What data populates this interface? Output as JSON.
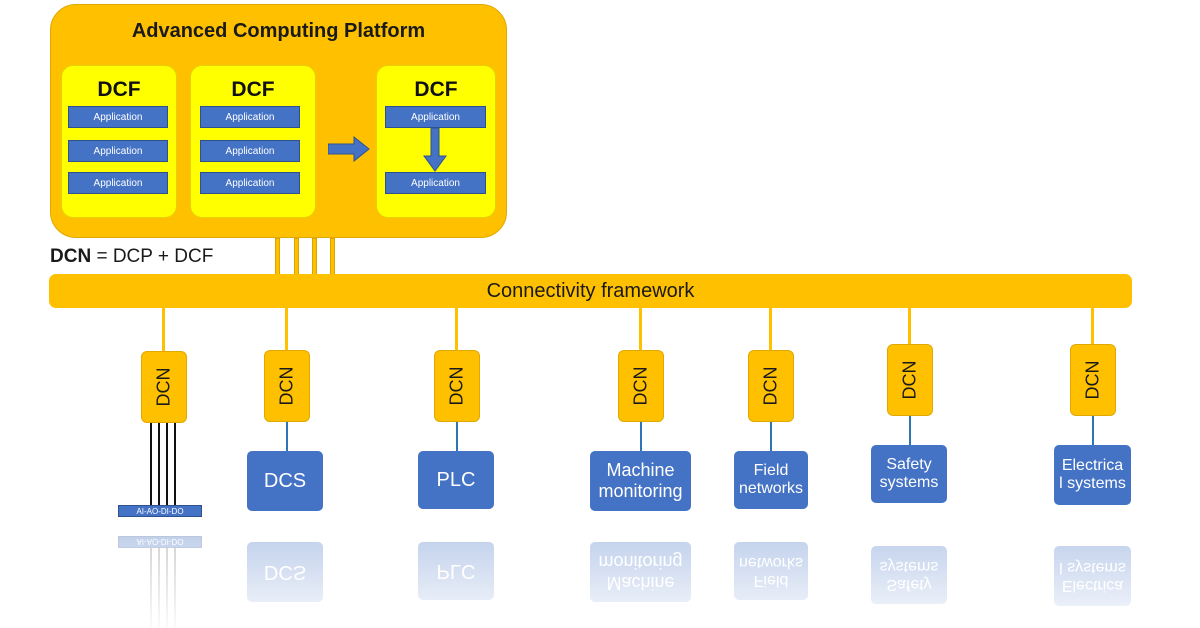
{
  "platform": {
    "title": "Advanced Computing Platform",
    "dcf_label": "DCF",
    "dcf_boxes": [
      {
        "apps": [
          "Application",
          "Application",
          "Application"
        ]
      },
      {
        "apps": [
          "Application",
          "Application",
          "Application"
        ]
      },
      {
        "apps": [
          "Application",
          "Application"
        ]
      }
    ]
  },
  "legend": {
    "bold": "DCN",
    "rest": " = DCP + DCF"
  },
  "framework": {
    "label": "Connectivity framework"
  },
  "dcn_label": "DCN",
  "io_label": "AI-AO-DI-DO",
  "devices": [
    {
      "lines": [
        "DCS"
      ]
    },
    {
      "lines": [
        "PLC"
      ]
    },
    {
      "lines": [
        "Machine",
        "monitoring"
      ]
    },
    {
      "lines": [
        "Field",
        "networks"
      ]
    },
    {
      "lines": [
        "Safety",
        "systems"
      ]
    },
    {
      "lines": [
        "Electrica",
        "l systems"
      ]
    }
  ],
  "colors": {
    "platform": "#ffc000",
    "dcf": "#ffff00",
    "application": "#4472c4",
    "device": "#4472c4",
    "link": "#2e75b6"
  }
}
